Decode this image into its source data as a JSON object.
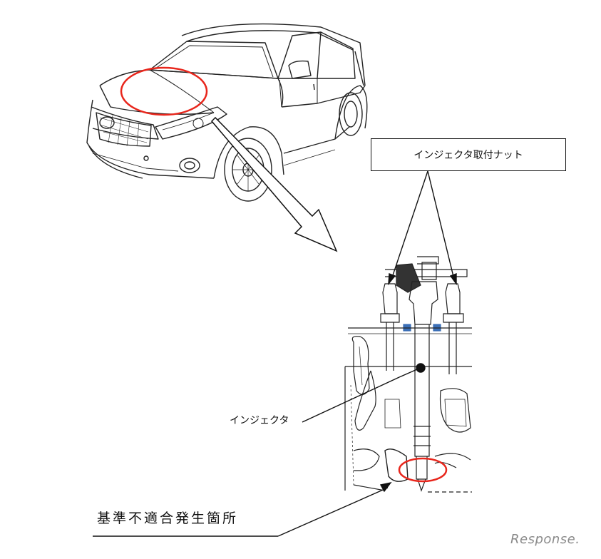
{
  "labels": {
    "injector_nut": "インジェクタ取付ナット",
    "injector": "インジェクタ",
    "nonconformance_location": "基準不適合発生箇所"
  },
  "watermark": "Response.",
  "colors": {
    "highlight": "#e8261c",
    "line": "#111111",
    "seal": "#3b6fb6",
    "watermark": "#8a8a8a"
  },
  "icons": {
    "vehicle": "suv-line-drawing",
    "engine": "injector-cross-section",
    "callout_arrow": "hollow-pointer-arrow"
  }
}
